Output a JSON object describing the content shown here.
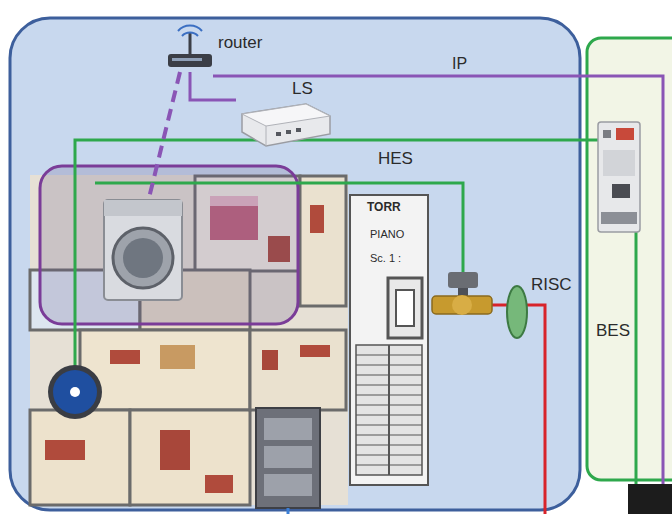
{
  "diagram": {
    "nodes": [
      {
        "text": [
          "router"
        ]
      },
      {
        "text": [
          "LS"
        ]
      }
    ],
    "edges": [
      {
        "from": 0,
        "to": 1,
        "arrow": "none"
      }
    ],
    "labels": [
      "IP",
      "HES",
      "TORR",
      "PIANO",
      "Sc. 1 :",
      "RISC",
      "BES"
    ]
  }
}
